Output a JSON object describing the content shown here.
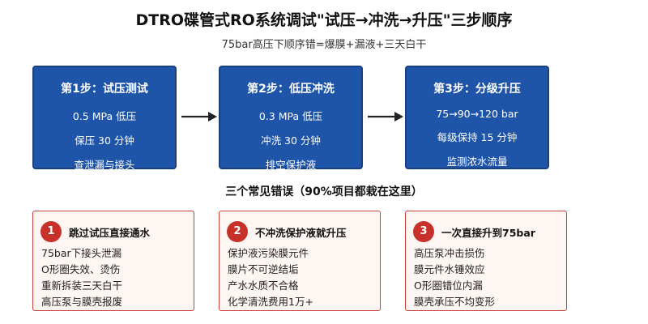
{
  "title": "DTRO碟管式RO系统调试\"试压→冲洗→升压\"三步顺序",
  "subtitle": "75bar高压下顺序错=爆膜+漏液+三天白干",
  "steps": [
    {
      "title": "第1步：试压测试",
      "lines": [
        "0.5 MPa 低压",
        "保压 30 分钟",
        "查泄漏与接头"
      ]
    },
    {
      "title": "第2步：低压冲洗",
      "lines": [
        "0.3 MPa 低压",
        "冲洗 30 分钟",
        "排空保护液"
      ]
    },
    {
      "title": "第3步：分级升压",
      "lines": [
        "75→90→120 bar",
        "每级保持 15 分钟",
        "监测浓水流量"
      ]
    }
  ],
  "mistakes_title": "三个常见错误（90%项目都栽在这里）",
  "mistakes": [
    {
      "number": "1",
      "title": "跳过试压直接通水",
      "items": [
        "75bar下接头泄漏",
        "O形圈失效、烫伤",
        "重新拆装三天白干",
        "高压泵与膜壳报废"
      ]
    },
    {
      "number": "2",
      "title": "不冲洗保护液就升压",
      "items": [
        "保护液污染膜元件",
        "膜片不可逆结垢",
        "产水水质不合格",
        "化学清洗费用1万+"
      ]
    },
    {
      "number": "3",
      "title": "一次直接升到75bar",
      "items": [
        "高压泵冲击损伤",
        "膜元件水锤效应",
        "O形圈错位内漏",
        "膜壳承压不均变形"
      ]
    }
  ],
  "colors": {
    "step_fill": "#1f55a8",
    "card_border": "#c9413a",
    "badge": "#c8302a",
    "card_fill": "#fdf6f3"
  }
}
